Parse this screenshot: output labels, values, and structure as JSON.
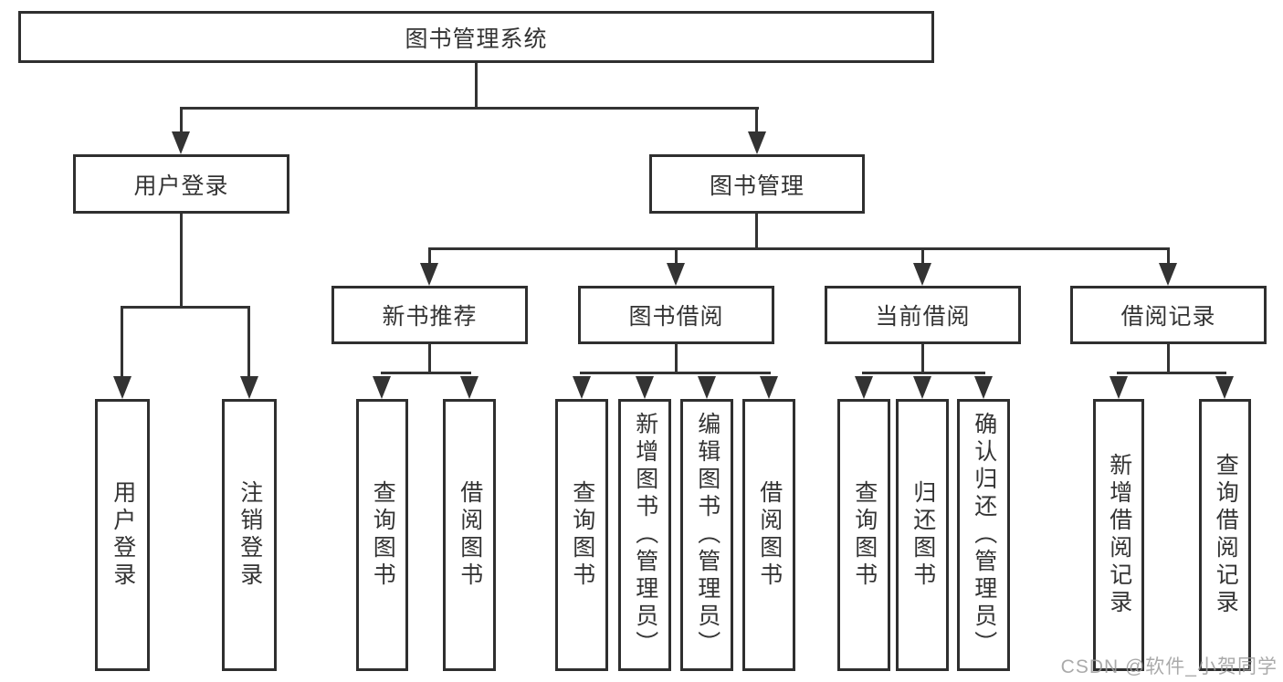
{
  "diagram_type": "hierarchy-tree",
  "colors": {
    "background": "#ffffff",
    "box_border": "#2f2f2f",
    "box_fill": "#ffffff",
    "connector_line": "#333333",
    "text": "#333333",
    "watermark_text": "#9c9c9c"
  },
  "watermark": {
    "text": "CSDN @软件_小贺同学"
  },
  "nodes": {
    "root": {
      "id": "library-management-system",
      "label": "图书管理系统"
    },
    "level2": [
      {
        "id": "user-login",
        "label": "用户登录",
        "parent": "library-management-system"
      },
      {
        "id": "book-management",
        "label": "图书管理",
        "parent": "library-management-system"
      }
    ],
    "level3": [
      {
        "id": "new-book-recommend",
        "label": "新书推荐",
        "parent": "book-management"
      },
      {
        "id": "book-borrow",
        "label": "图书借阅",
        "parent": "book-management"
      },
      {
        "id": "current-borrow",
        "label": "当前借阅",
        "parent": "book-management"
      },
      {
        "id": "borrow-records",
        "label": "借阅记录",
        "parent": "book-management"
      }
    ],
    "leaves": [
      {
        "id": "leaf-user-login",
        "label": "用户登录",
        "parent": "user-login"
      },
      {
        "id": "leaf-logout",
        "label": "注销登录",
        "parent": "user-login"
      },
      {
        "id": "leaf-query-books-newrec",
        "label": "查询图书",
        "parent": "new-book-recommend"
      },
      {
        "id": "leaf-borrow-books-newrec",
        "label": "借阅图书",
        "parent": "new-book-recommend"
      },
      {
        "id": "leaf-query-books-borrow",
        "label": "查询图书",
        "parent": "book-borrow"
      },
      {
        "id": "leaf-add-books-admin",
        "label": "新增图书（管理员）",
        "parent": "book-borrow"
      },
      {
        "id": "leaf-edit-books-admin",
        "label": "编辑图书（管理员）",
        "parent": "book-borrow"
      },
      {
        "id": "leaf-borrow-books",
        "label": "借阅图书",
        "parent": "book-borrow"
      },
      {
        "id": "leaf-query-books-current",
        "label": "查询图书",
        "parent": "current-borrow"
      },
      {
        "id": "leaf-return-books",
        "label": "归还图书",
        "parent": "current-borrow"
      },
      {
        "id": "leaf-confirm-return-admin",
        "label": "确认归还（管理员）",
        "parent": "current-borrow"
      },
      {
        "id": "leaf-add-borrow-record",
        "label": "新增借阅记录",
        "parent": "borrow-records"
      },
      {
        "id": "leaf-query-borrow-record",
        "label": "查询借阅记录",
        "parent": "borrow-records"
      }
    ]
  }
}
